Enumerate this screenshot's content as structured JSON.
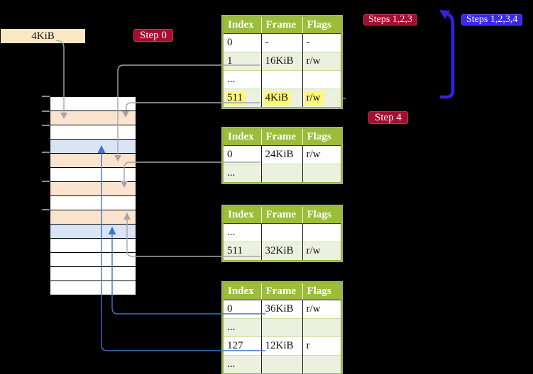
{
  "labels": {
    "page_size": "4KiB"
  },
  "badges": {
    "step0": {
      "label": "Step 0"
    },
    "steps123": {
      "label": "Steps 1,2,3"
    },
    "steps1234": {
      "label": "Steps 1,2,3,4"
    },
    "step4": {
      "label": "Step 4"
    }
  },
  "tables": [
    {
      "name": "page-table-level-1",
      "headers": [
        "Index",
        "Frame",
        "Flags"
      ],
      "rows": [
        {
          "cells": [
            "0",
            "-",
            "-"
          ],
          "shaded": false,
          "highlighted": false
        },
        {
          "cells": [
            "1",
            "16KiB",
            "r/w"
          ],
          "shaded": true,
          "highlighted": false
        },
        {
          "cells": [
            "...",
            "",
            ""
          ],
          "shaded": false,
          "highlighted": false
        },
        {
          "cells": [
            "511",
            "4KiB",
            "r/w"
          ],
          "shaded": true,
          "highlighted": true
        }
      ]
    },
    {
      "name": "page-table-level-2",
      "headers": [
        "Index",
        "Frame",
        "Flags"
      ],
      "rows": [
        {
          "cells": [
            "0",
            "24KiB",
            "r/w"
          ],
          "shaded": false,
          "highlighted": false
        },
        {
          "cells": [
            "...",
            "",
            ""
          ],
          "shaded": true,
          "highlighted": false
        }
      ]
    },
    {
      "name": "page-table-level-3",
      "headers": [
        "Index",
        "Frame",
        "Flags"
      ],
      "rows": [
        {
          "cells": [
            "...",
            "",
            ""
          ],
          "shaded": false,
          "highlighted": false
        },
        {
          "cells": [
            "511",
            "32KiB",
            "r/w"
          ],
          "shaded": true,
          "highlighted": false
        }
      ]
    },
    {
      "name": "page-table-level-4",
      "headers": [
        "Index",
        "Frame",
        "Flags"
      ],
      "rows": [
        {
          "cells": [
            "0",
            "36KiB",
            "r/w"
          ],
          "shaded": false,
          "highlighted": false
        },
        {
          "cells": [
            "...",
            "",
            ""
          ],
          "shaded": true,
          "highlighted": false
        },
        {
          "cells": [
            "127",
            "12KiB",
            "r"
          ],
          "shaded": false,
          "highlighted": false
        },
        {
          "cells": [
            "...",
            "",
            ""
          ],
          "shaded": true,
          "highlighted": false
        }
      ]
    }
  ],
  "memory_column": {
    "rows": [
      "white",
      "peach",
      "white",
      "blue",
      "peach",
      "white",
      "peach",
      "white",
      "peach",
      "blue",
      "white",
      "white",
      "white",
      "white"
    ]
  },
  "colors": {
    "label_cream": "#FAE8C4",
    "badge_red": "#A60D2E",
    "badge_blue": "#3B28E8",
    "header_green": "#9BBD3A",
    "border_green": "#94B83E",
    "row_green": "#EBF1DE",
    "cell_line_green": "#C9DC9E",
    "highlight_yellow": "#FDF878",
    "peach": "#FBE4CD",
    "blue_row": "#D9E4F5",
    "arrow_gray": "#A6A6A6",
    "arrow_blue": "#4472C4",
    "big_arrow_blue": "#3522E2"
  }
}
